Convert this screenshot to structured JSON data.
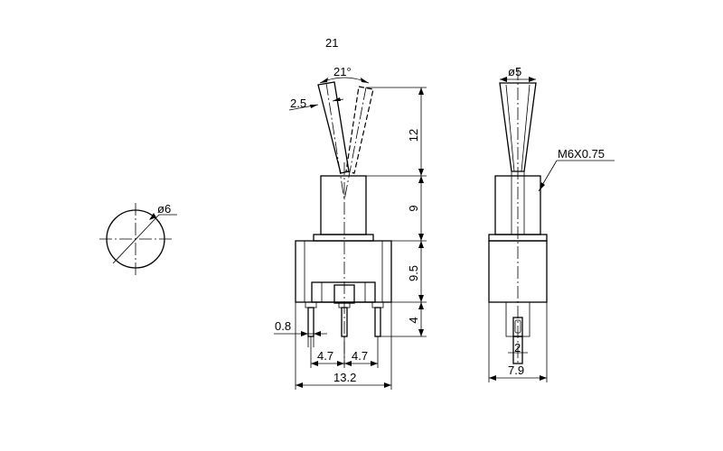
{
  "top_fragment": "21",
  "dimensions": {
    "angle": "21°",
    "lever_width": "2.5",
    "lever_height": "12",
    "bushing_height": "9",
    "body_height": "9.5",
    "terminal_length": "4",
    "terminal_width": "0.8",
    "pitch_left": "4.7",
    "pitch_right": "4.7",
    "body_width": "13.2",
    "lever_diameter": "ø5",
    "thread": "M6X0.75",
    "side_terminal": "2",
    "side_width": "7.9",
    "hole_diameter": "ø6"
  }
}
